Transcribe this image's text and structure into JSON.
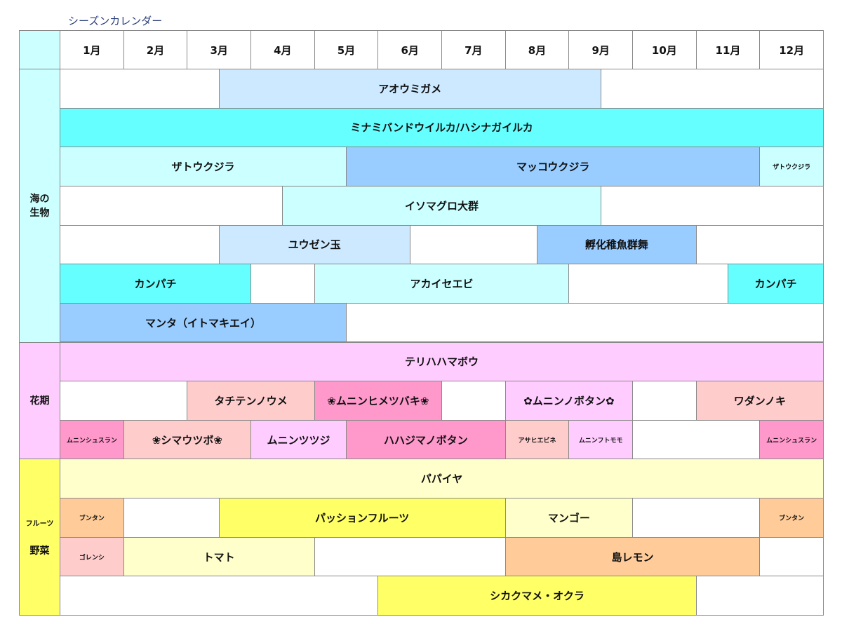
{
  "title": "シーズンカレンダー",
  "months": [
    "1月",
    "2月",
    "3月",
    "4月",
    "5月",
    "6月",
    "7月",
    "8月",
    "9月",
    "10月",
    "11月",
    "12月"
  ],
  "categories": [
    {
      "label": "海の生物",
      "sub": "",
      "color": "#ccffff",
      "rows": 7
    },
    {
      "label": "花期",
      "sub": "",
      "color": "#ffccff",
      "rows": 3
    },
    {
      "label": "野菜",
      "sub": "フルーツ",
      "color": "#ffff66",
      "rows": 4
    }
  ],
  "rows": [
    [
      {
        "label": "アオウミガメ",
        "start": 2.5,
        "end": 8.5,
        "color": "#cce9ff"
      }
    ],
    [
      {
        "label": "ミナミバンドウイルカ/ハシナガイルカ",
        "start": 0,
        "end": 12,
        "color": "#66ffff"
      }
    ],
    [
      {
        "label": "ザトウクジラ",
        "start": 0,
        "end": 4.5,
        "color": "#ccffff"
      },
      {
        "label": "マッコウクジラ",
        "start": 4.5,
        "end": 11,
        "color": "#99ccff"
      },
      {
        "label": "ザトウクジラ",
        "start": 11,
        "end": 12,
        "color": "#ccffff",
        "small": true
      }
    ],
    [
      {
        "label": "イソマグロ大群",
        "start": 3.5,
        "end": 8.5,
        "color": "#ccffff"
      }
    ],
    [
      {
        "label": "ユウゼン玉",
        "start": 2.5,
        "end": 5.5,
        "color": "#cce9ff"
      },
      {
        "label": "孵化稚魚群舞",
        "start": 7.5,
        "end": 10,
        "color": "#99ccff"
      }
    ],
    [
      {
        "label": "カンパチ",
        "start": 0,
        "end": 3,
        "color": "#66ffff"
      },
      {
        "label": "アカイセエビ",
        "start": 4,
        "end": 8,
        "color": "#ccffff"
      },
      {
        "label": "カンパチ",
        "start": 10.5,
        "end": 12,
        "color": "#66ffff"
      }
    ],
    [
      {
        "label": "マンタ（イトマキエイ）",
        "start": 0,
        "end": 4.5,
        "color": "#99ccff"
      }
    ],
    [
      {
        "label": "テリハハマボウ",
        "start": 0,
        "end": 12,
        "color": "#ffccff"
      }
    ],
    [
      {
        "label": "タチテンノウメ",
        "start": 2,
        "end": 4,
        "color": "#ffcccc"
      },
      {
        "label": "❀ムニンヒメツバキ❀",
        "start": 4,
        "end": 6,
        "color": "#ff99cc"
      },
      {
        "label": "✿ムニンノボタン✿",
        "start": 7,
        "end": 9,
        "color": "#ffccff"
      },
      {
        "label": "ワダンノキ",
        "start": 10,
        "end": 12,
        "color": "#ffcccc"
      }
    ],
    [
      {
        "label": "ムニンシュスラン",
        "start": 0,
        "end": 1,
        "color": "#ff99cc",
        "small": true
      },
      {
        "label": "❀シマウツボ❀",
        "start": 1,
        "end": 3,
        "color": "#ffcccc"
      },
      {
        "label": "ムニンツツジ",
        "start": 3,
        "end": 4.5,
        "color": "#ffccff"
      },
      {
        "label": "ハハジマノボタン",
        "start": 4.5,
        "end": 7,
        "color": "#ff99cc"
      },
      {
        "label": "アサヒエビネ",
        "start": 7,
        "end": 8,
        "color": "#ffcccc",
        "small": true
      },
      {
        "label": "ムニンフトモモ",
        "start": 8,
        "end": 9,
        "color": "#ffccff",
        "small": true
      },
      {
        "label": "ムニンシュスラン",
        "start": 11,
        "end": 12,
        "color": "#ff99cc",
        "small": true
      }
    ],
    [
      {
        "label": "パパイヤ",
        "start": 0,
        "end": 12,
        "color": "#ffffcc"
      }
    ],
    [
      {
        "label": "ブンタン",
        "start": 0,
        "end": 1,
        "color": "#ffcc99",
        "small": true
      },
      {
        "label": "パッションフルーツ",
        "start": 2.5,
        "end": 7,
        "color": "#ffff66"
      },
      {
        "label": "マンゴー",
        "start": 7,
        "end": 9,
        "color": "#ffffcc"
      },
      {
        "label": "ブンタン",
        "start": 11,
        "end": 12,
        "color": "#ffcc99",
        "small": true
      }
    ],
    [
      {
        "label": "ゴレンシ",
        "start": 0,
        "end": 1,
        "color": "#ffcccc",
        "small": true
      },
      {
        "label": "トマト",
        "start": 1,
        "end": 4,
        "color": "#ffffcc"
      },
      {
        "label": "島レモン",
        "start": 7,
        "end": 11,
        "color": "#ffcc99"
      }
    ],
    [
      {
        "label": "シカクマメ・オクラ",
        "start": 5,
        "end": 10,
        "color": "#ffff66"
      }
    ]
  ]
}
